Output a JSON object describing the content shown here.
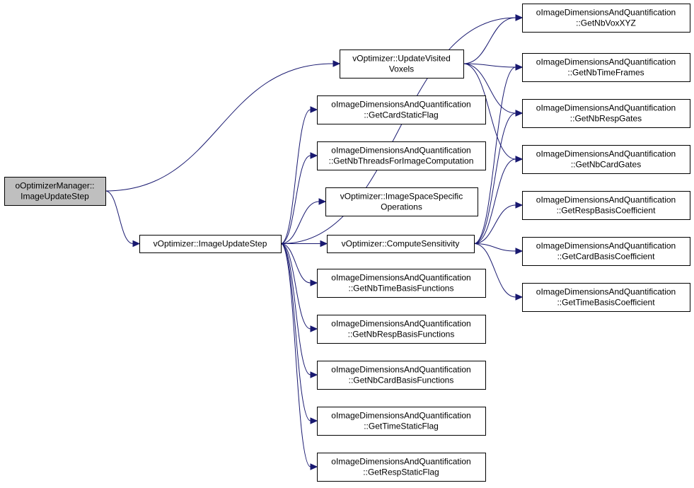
{
  "colors": {
    "edge": "#191970",
    "root_fill": "#bfbfbf",
    "node_fill": "#ffffff",
    "node_border": "#000000"
  },
  "nodes": [
    {
      "id": "root",
      "lines": [
        "oOptimizerManager::",
        "ImageUpdateStep"
      ],
      "root": true
    },
    {
      "id": "ius",
      "lines": [
        "vOptimizer::ImageUpdateStep"
      ]
    },
    {
      "id": "uvv",
      "lines": [
        "vOptimizer::UpdateVisited",
        "Voxels"
      ]
    },
    {
      "id": "csf",
      "lines": [
        "oImageDimensionsAndQuantification",
        "::GetCardStaticFlag"
      ]
    },
    {
      "id": "ntic",
      "lines": [
        "oImageDimensionsAndQuantification",
        "::GetNbThreadsForImageComputation"
      ]
    },
    {
      "id": "isso",
      "lines": [
        "vOptimizer::ImageSpaceSpecific",
        "Operations"
      ]
    },
    {
      "id": "cs",
      "lines": [
        "vOptimizer::ComputeSensitivity"
      ]
    },
    {
      "id": "ntbf",
      "lines": [
        "oImageDimensionsAndQuantification",
        "::GetNbTimeBasisFunctions"
      ]
    },
    {
      "id": "nrbf",
      "lines": [
        "oImageDimensionsAndQuantification",
        "::GetNbRespBasisFunctions"
      ]
    },
    {
      "id": "ncbf",
      "lines": [
        "oImageDimensionsAndQuantification",
        "::GetNbCardBasisFunctions"
      ]
    },
    {
      "id": "tsf",
      "lines": [
        "oImageDimensionsAndQuantification",
        "::GetTimeStaticFlag"
      ]
    },
    {
      "id": "rsf",
      "lines": [
        "oImageDimensionsAndQuantification",
        "::GetRespStaticFlag"
      ]
    },
    {
      "id": "nvx",
      "lines": [
        "oImageDimensionsAndQuantification",
        "::GetNbVoxXYZ"
      ]
    },
    {
      "id": "ntf",
      "lines": [
        "oImageDimensionsAndQuantification",
        "::GetNbTimeFrames"
      ]
    },
    {
      "id": "nrg",
      "lines": [
        "oImageDimensionsAndQuantification",
        "::GetNbRespGates"
      ]
    },
    {
      "id": "ncg",
      "lines": [
        "oImageDimensionsAndQuantification",
        "::GetNbCardGates"
      ]
    },
    {
      "id": "rbc",
      "lines": [
        "oImageDimensionsAndQuantification",
        "::GetRespBasisCoefficient"
      ]
    },
    {
      "id": "cbc",
      "lines": [
        "oImageDimensionsAndQuantification",
        "::GetCardBasisCoefficient"
      ]
    },
    {
      "id": "tbc",
      "lines": [
        "oImageDimensionsAndQuantification",
        "::GetTimeBasisCoefficient"
      ]
    }
  ],
  "edges": [
    [
      "root",
      "uvv"
    ],
    [
      "root",
      "ius"
    ],
    [
      "ius",
      "nvx"
    ],
    [
      "ius",
      "csf"
    ],
    [
      "ius",
      "ntic"
    ],
    [
      "ius",
      "isso"
    ],
    [
      "ius",
      "cs"
    ],
    [
      "ius",
      "ntbf"
    ],
    [
      "ius",
      "nrbf"
    ],
    [
      "ius",
      "ncbf"
    ],
    [
      "ius",
      "tsf"
    ],
    [
      "ius",
      "rsf"
    ],
    [
      "uvv",
      "nvx"
    ],
    [
      "uvv",
      "ntf"
    ],
    [
      "uvv",
      "nrg"
    ],
    [
      "uvv",
      "ncg"
    ],
    [
      "cs",
      "ntf"
    ],
    [
      "cs",
      "nrg"
    ],
    [
      "cs",
      "ncg"
    ],
    [
      "cs",
      "rbc"
    ],
    [
      "cs",
      "cbc"
    ],
    [
      "cs",
      "tbc"
    ]
  ]
}
